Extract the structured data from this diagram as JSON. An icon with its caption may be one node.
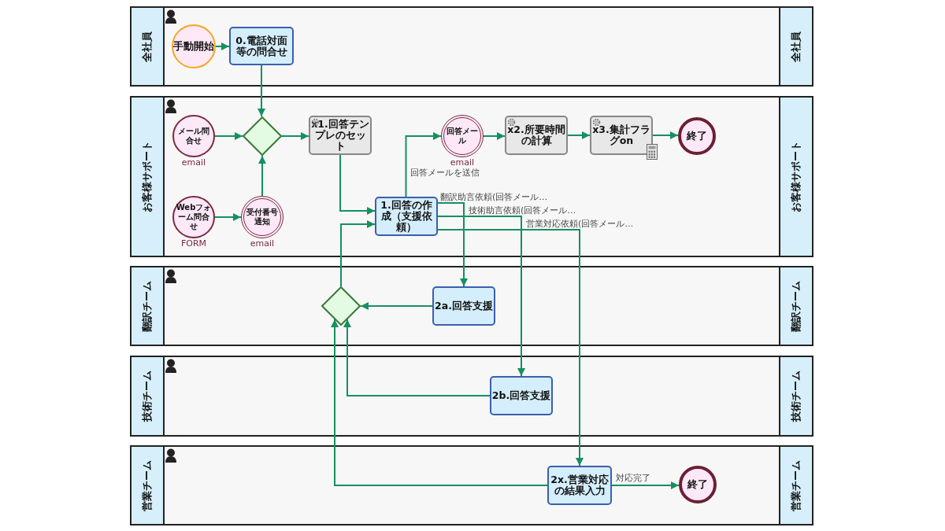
{
  "diagram": {
    "nodes": [
      {
        "text": [
          "全社員",
          "全社員"
        ]
      },
      {
        "text": [
          "お客様サポート",
          "お客様サポート"
        ]
      },
      {
        "text": [
          "翻訳チーム",
          "翻訳チーム"
        ]
      },
      {
        "text": [
          "技術チーム",
          "技術チーム"
        ]
      },
      {
        "text": [
          "営業チーム",
          "営業チーム"
        ]
      },
      {
        "text": [
          "手動開始"
        ],
        "in": 0
      },
      {
        "text": [
          "0.電話対面等の問合せ"
        ],
        "in": 0
      },
      {
        "text": [
          "メール問合せ",
          "email"
        ],
        "in": 1
      },
      {
        "text": [],
        "shape": "diamond",
        "in": 1
      },
      {
        "text": [
          "x1.回答テンプレのセット"
        ],
        "in": 1
      },
      {
        "text": [
          "Webフォーム問合せ",
          "FORM"
        ],
        "in": 1
      },
      {
        "text": [
          "受付番号通知",
          "email"
        ],
        "in": 1
      },
      {
        "text": [
          "1.回答の作成（支援依頼）"
        ],
        "in": 1
      },
      {
        "text": [
          "回答メール",
          "email"
        ],
        "in": 1
      },
      {
        "text": [
          "x2.所要時間の計算"
        ],
        "in": 1
      },
      {
        "text": [
          "x3.集計フラグon"
        ],
        "in": 1
      },
      {
        "text": [
          "終了"
        ],
        "in": 1
      },
      {
        "text": [],
        "shape": "diamond",
        "in": 2
      },
      {
        "text": [
          "2a.回答支援"
        ],
        "in": 2
      },
      {
        "text": [
          "2b.回答支援"
        ],
        "in": 3
      },
      {
        "text": [
          "2x.営業対応の結果入力"
        ],
        "in": 4
      },
      {
        "text": [
          "終了"
        ],
        "in": 4
      }
    ],
    "edges": [
      {
        "from": 5,
        "to": 6,
        "arrow": "to"
      },
      {
        "from": 6,
        "to": 8,
        "arrow": "to"
      },
      {
        "from": 7,
        "to": 8,
        "arrow": "to"
      },
      {
        "from": 10,
        "to": 11,
        "arrow": "to"
      },
      {
        "from": 11,
        "to": 8,
        "arrow": "to"
      },
      {
        "from": 8,
        "to": 9,
        "arrow": "to"
      },
      {
        "from": 9,
        "to": 12,
        "arrow": "to"
      },
      {
        "from": 12,
        "to": 13,
        "arrow": "to",
        "label": "回答メールを送信"
      },
      {
        "from": 13,
        "to": 14,
        "arrow": "to"
      },
      {
        "from": 14,
        "to": 15,
        "arrow": "to"
      },
      {
        "from": 15,
        "to": 16,
        "arrow": "to"
      },
      {
        "from": 12,
        "to": 20,
        "arrow": "to",
        "label": "営業対応依頼(回答メール…"
      },
      {
        "from": 12,
        "to": 19,
        "arrow": "to",
        "label": "技術助言依頼(回答メール…"
      },
      {
        "from": 12,
        "to": 18,
        "arrow": "to",
        "label": "翻訳助言依頼(回答メール…"
      },
      {
        "from": 18,
        "to": 17,
        "arrow": "to"
      },
      {
        "from": 17,
        "to": 12,
        "arrow": "to"
      },
      {
        "from": 19,
        "to": 17,
        "arrow": "to"
      },
      {
        "from": 20,
        "to": 17,
        "arrow": "to"
      },
      {
        "from": 20,
        "to": 21,
        "arrow": "to",
        "label": "対応完了"
      }
    ]
  }
}
